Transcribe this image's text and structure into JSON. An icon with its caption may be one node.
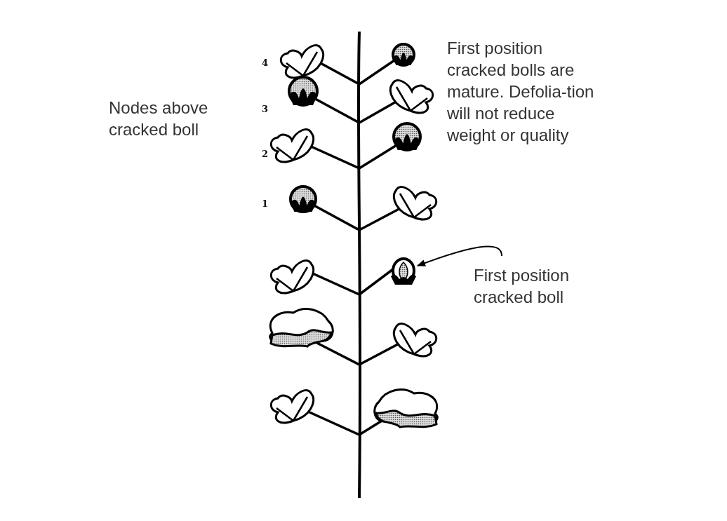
{
  "diagram": {
    "nodes": [
      {
        "text": [
          "Nodes above cracked boll"
        ]
      },
      {
        "text": [
          "First position cracked bolls are mature. Defolia-tion will not reduce weight or quality"
        ]
      },
      {
        "text": [
          "First position cracked boll"
        ]
      },
      {
        "text": [],
        "shape": "picture"
      }
    ],
    "edges": [
      {
        "from": 2,
        "to": 3,
        "arrow": "to"
      }
    ],
    "labels": [
      "4",
      "3",
      "2",
      "1"
    ]
  }
}
